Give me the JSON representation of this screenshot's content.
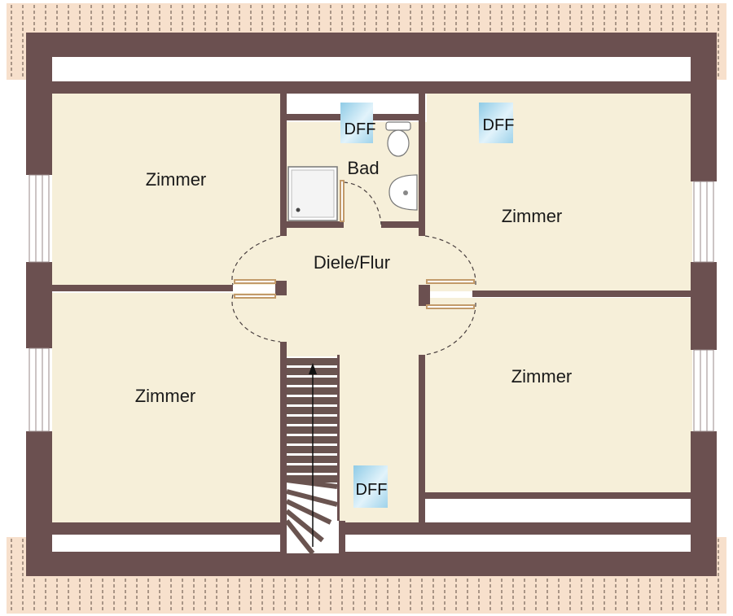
{
  "rooms": {
    "zimmer_top_left": "Zimmer",
    "zimmer_bottom_left": "Zimmer",
    "zimmer_top_right": "Zimmer",
    "zimmer_bottom_right": "Zimmer",
    "diele_flur": "Diele/Flur",
    "bad": "Bad"
  },
  "skylights": {
    "bad": "DFF",
    "zimmer_top_right": "DFF",
    "stair": "DFF"
  },
  "colors": {
    "wall": "#6b5050",
    "floor": "#f6efd9",
    "roof_band": "#f6dcc6",
    "roof_hatch": "#5b4a40",
    "skylight": "#a8d8ec",
    "stair_tread": "#6a5450"
  }
}
